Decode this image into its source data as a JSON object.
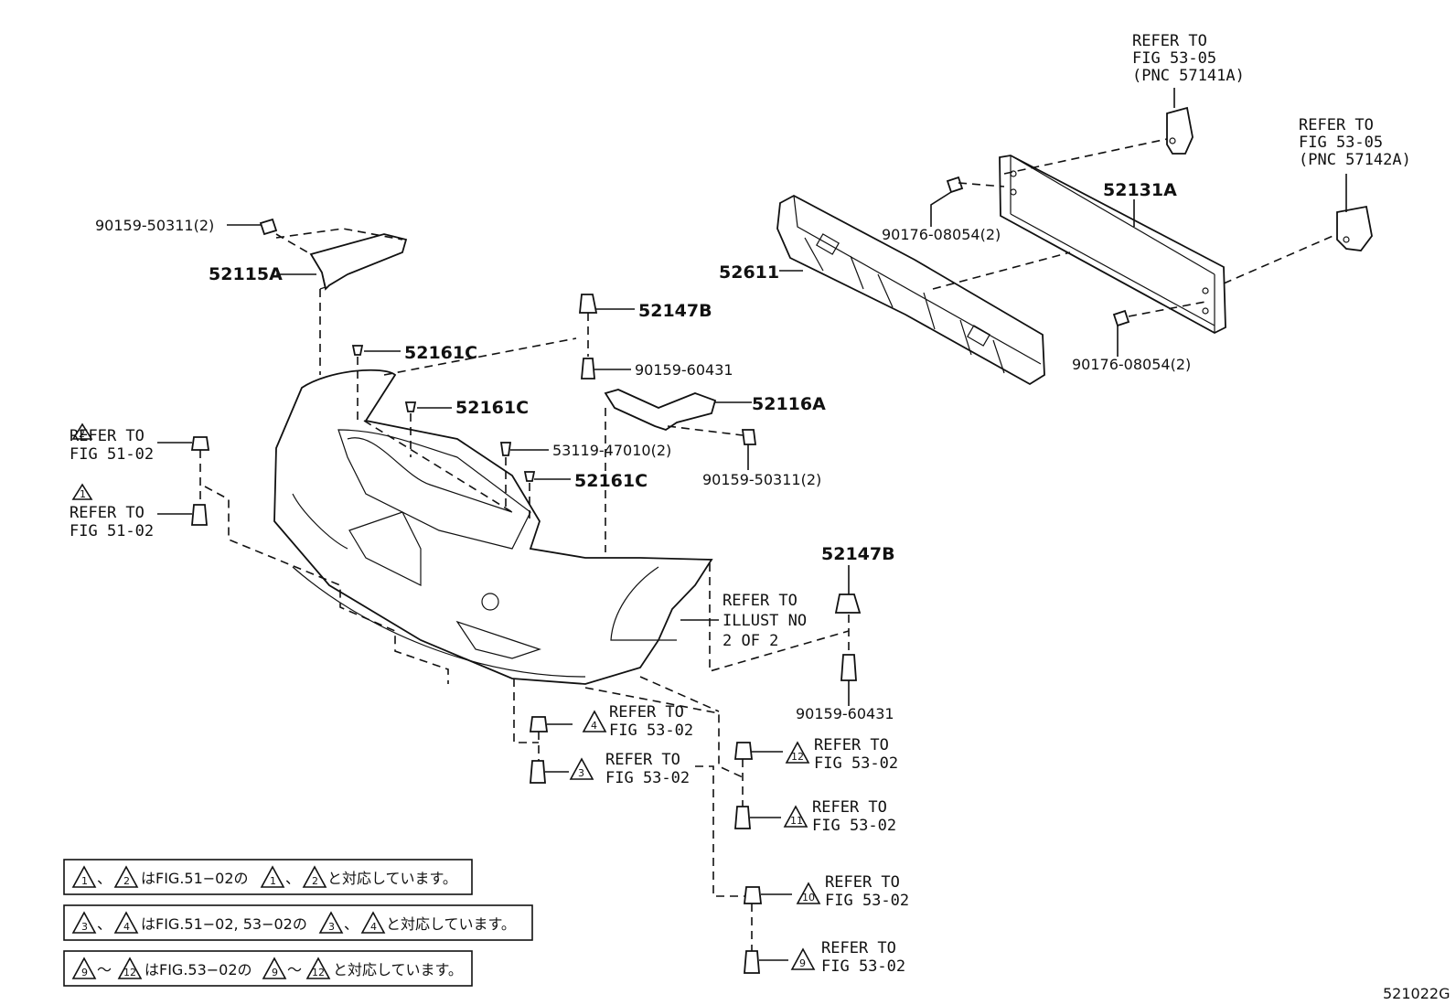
{
  "callouts": {
    "refer_57141a": [
      "REFER TO",
      "FIG 53-05",
      "(PNC 57141A)"
    ],
    "refer_57142a": [
      "REFER TO",
      "FIG 53-05",
      "(PNC 57142A)"
    ],
    "p_52131a": "52131A",
    "p_90176_top": "90176-08054(2)",
    "p_52611": "52611",
    "p_90176_bottom": "90176-08054(2)",
    "p_90159_50311_left": "90159-50311(2)",
    "p_52115a": "52115A",
    "p_52147b_top": "52147B",
    "p_52161c_1": "52161C",
    "p_90159_60431_top": "90159-60431",
    "p_52161c_2": "52161C",
    "p_52116a": "52116A",
    "p_53119": "53119-47010(2)",
    "p_52161c_3": "52161C",
    "p_90159_50311_right": "90159-50311(2)",
    "p_52147b_bottom": "52147B",
    "p_90159_60431_bottom": "90159-60431",
    "refer_illust": [
      "REFER TO",
      "ILLUST NO",
      "2 OF 2"
    ],
    "ref2": {
      "num": "2",
      "lines": [
        "REFER TO",
        "FIG 51-02"
      ]
    },
    "ref1": {
      "num": "1",
      "lines": [
        "REFER TO",
        "FIG 51-02"
      ]
    },
    "ref4": {
      "num": "4",
      "lines": [
        "REFER TO",
        "FIG 53-02"
      ]
    },
    "ref3": {
      "num": "3",
      "lines": [
        "REFER TO",
        "FIG 53-02"
      ]
    },
    "ref12": {
      "num": "12",
      "lines": [
        "REFER TO",
        "FIG 53-02"
      ]
    },
    "ref11": {
      "num": "11",
      "lines": [
        "REFER TO",
        "FIG 53-02"
      ]
    },
    "ref10": {
      "num": "10",
      "lines": [
        "REFER TO",
        "FIG 53-02"
      ]
    },
    "ref9": {
      "num": "9",
      "lines": [
        "REFER TO",
        "FIG 53-02"
      ]
    }
  },
  "notes": [
    {
      "t1": "1",
      "t2": "2",
      "text_a": "、",
      "text_b": "はFIG.51−02の",
      "t3": "1",
      "t4": "2",
      "text_c": "、",
      "text_d": "と対応しています。"
    },
    {
      "t1": "3",
      "t2": "4",
      "text_a": "、",
      "text_b": "はFIG.51−02, 53−02の",
      "t3": "3",
      "t4": "4",
      "text_c": "、",
      "text_d": "と対応しています。"
    },
    {
      "t1": "9",
      "t2": "12",
      "text_a": "〜",
      "text_b": "はFIG.53−02の",
      "t3": "9",
      "t4": "12",
      "text_c": "〜",
      "text_d": "と対応しています。"
    }
  ],
  "figure_id": "521022G"
}
